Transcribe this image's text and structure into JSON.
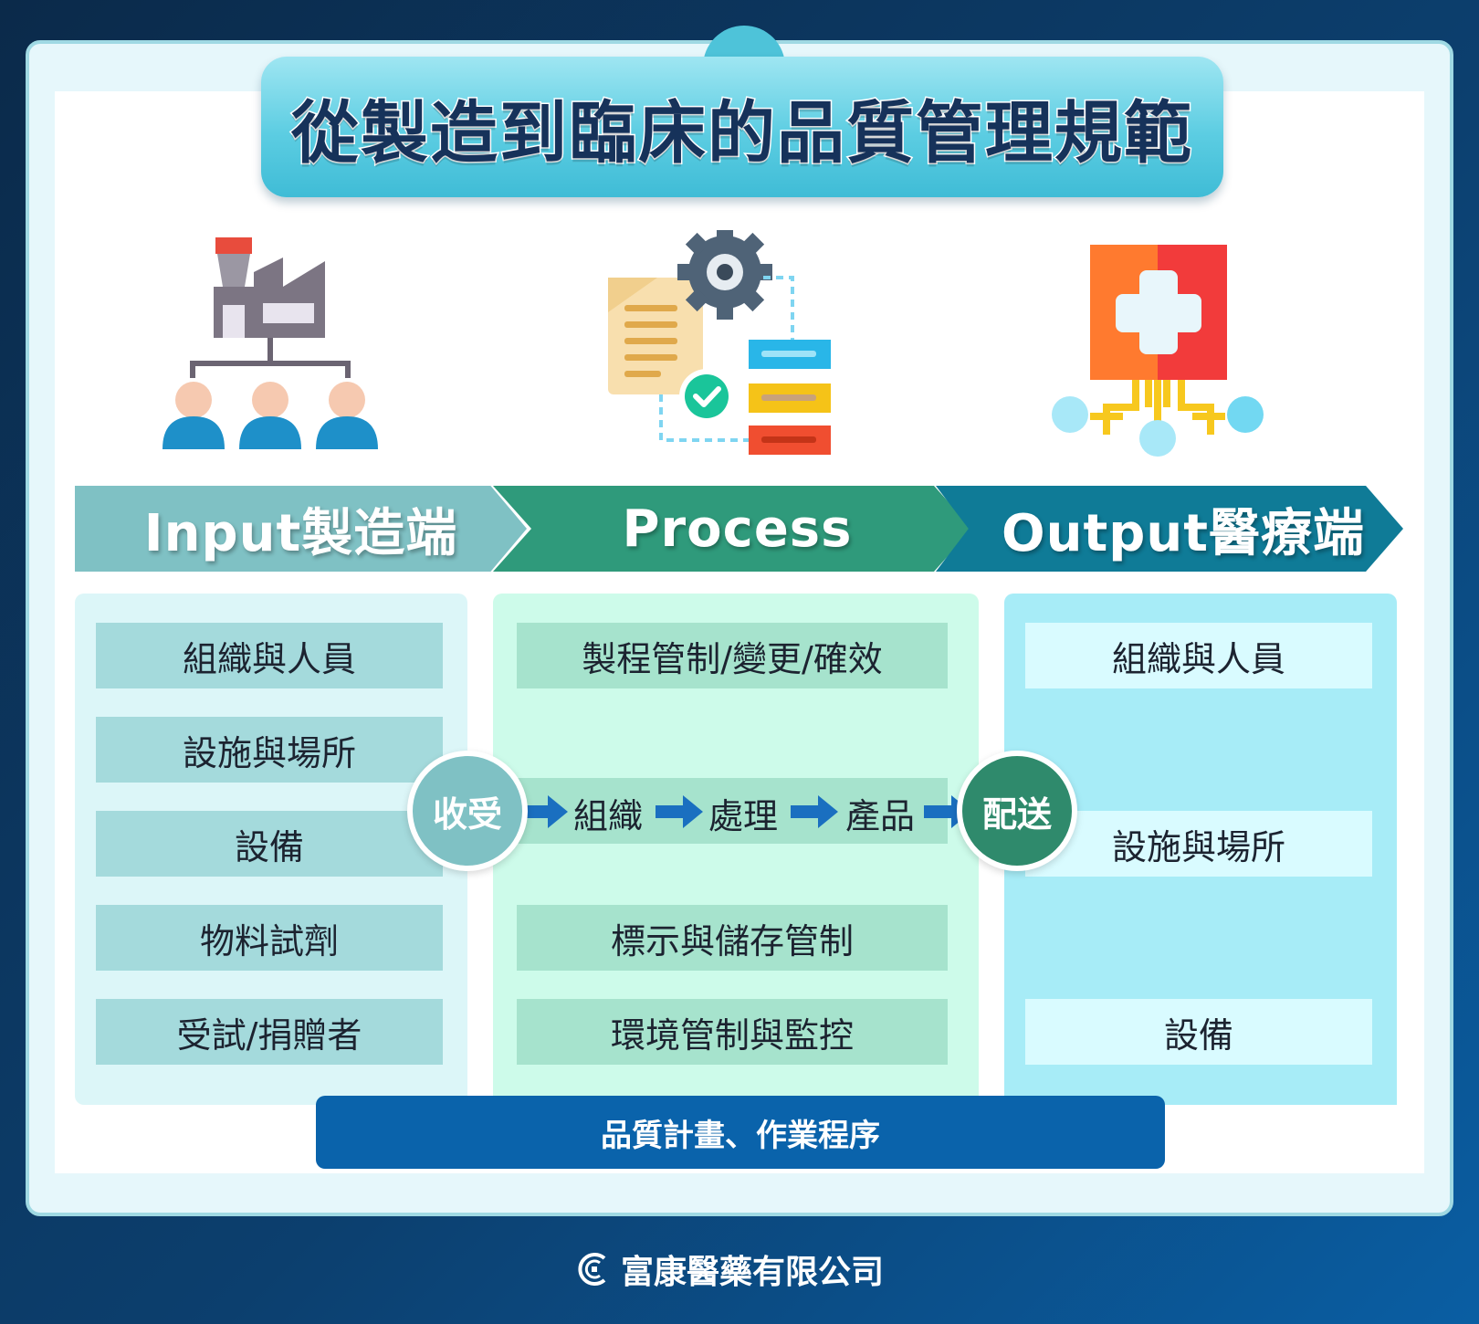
{
  "title": "從製造到臨床的品質管理規範",
  "icons": {
    "input": "factory-org-icon",
    "process": "workflow-gear-document-icon",
    "output": "medical-cross-network-icon",
    "footer": "company-logo-icon"
  },
  "stages": [
    {
      "label": "Input製造端",
      "color": "#7fc1c4"
    },
    {
      "label": "Process",
      "color": "#2f9a7b"
    },
    {
      "label": "Output醫療端",
      "color": "#0f7b97"
    }
  ],
  "input_items": [
    "組織與人員",
    "設施與場所",
    "設備",
    "物料試劑",
    "受試/捐贈者"
  ],
  "process_items": {
    "top": "製程管制/變更/確效",
    "middle": "標示與儲存管制",
    "bottom": "環境管制與監控"
  },
  "flow": {
    "receive": "收受",
    "steps": [
      "組織",
      "處理",
      "產品"
    ],
    "deliver": "配送"
  },
  "output_items": [
    "組織與人員",
    "設施與場所",
    "設備"
  ],
  "bottom_bar": "品質計畫、作業程序",
  "footer": "富康醫藥有限公司"
}
